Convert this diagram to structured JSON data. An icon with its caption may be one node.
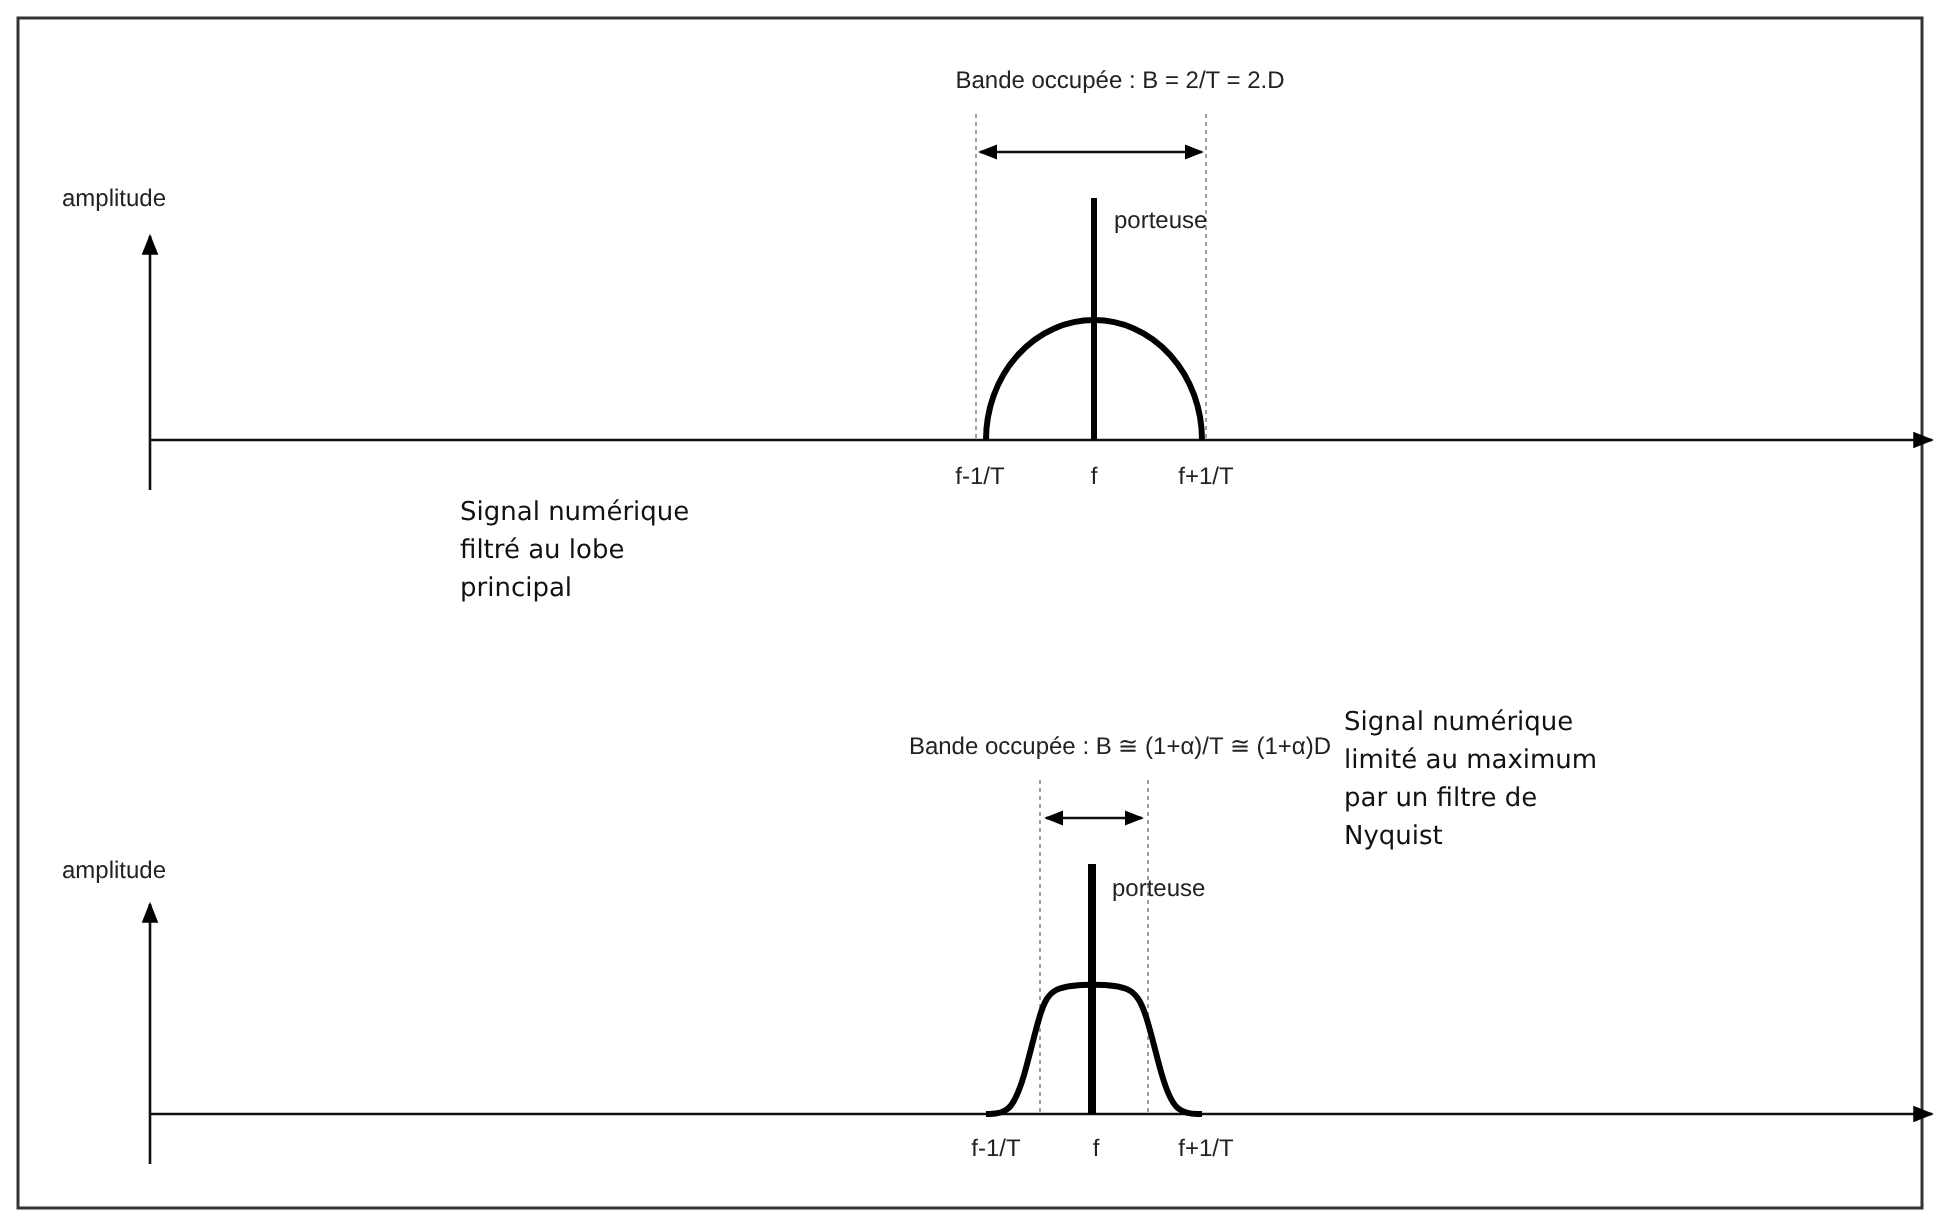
{
  "diagram": {
    "labels": [
      "Bande occupée : B = 2/T = 2.D",
      "amplitude",
      "porteuse",
      "f-1/T",
      "f",
      "f+1/T",
      "Signal numérique filtré au lobe principal",
      "Bande occupée : B ≅ (1+α)/T ≅ (1+α)D",
      "Signal numérique limité au maximum par un filtre de Nyquist",
      "amplitude",
      "porteuse",
      "f-1/T",
      "f",
      "f+1/T"
    ]
  }
}
